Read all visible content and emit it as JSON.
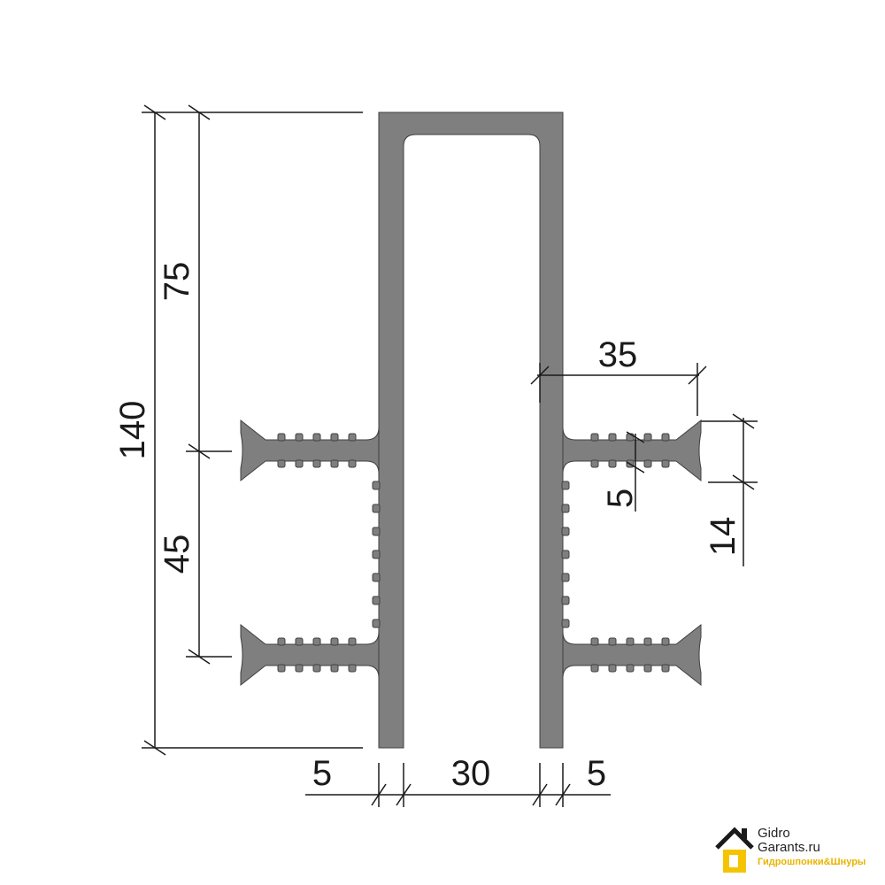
{
  "drawing": {
    "profile_fill": "#7f7f7f",
    "profile_stroke": "#3f3f3f",
    "line_color": "#1a1a1a",
    "dimensions": {
      "total_height": "140",
      "upper_height": "75",
      "lower_height": "45",
      "wall_left": "5",
      "gap": "30",
      "wall_right": "5",
      "flange_length": "35",
      "rib_height": "5",
      "flange_spacing": "14"
    }
  },
  "logo": {
    "line1": "Gidro",
    "line2": "Garants.ru",
    "tagline": "Гидрошпонки&Шнуры",
    "accent": "#f5c400"
  }
}
